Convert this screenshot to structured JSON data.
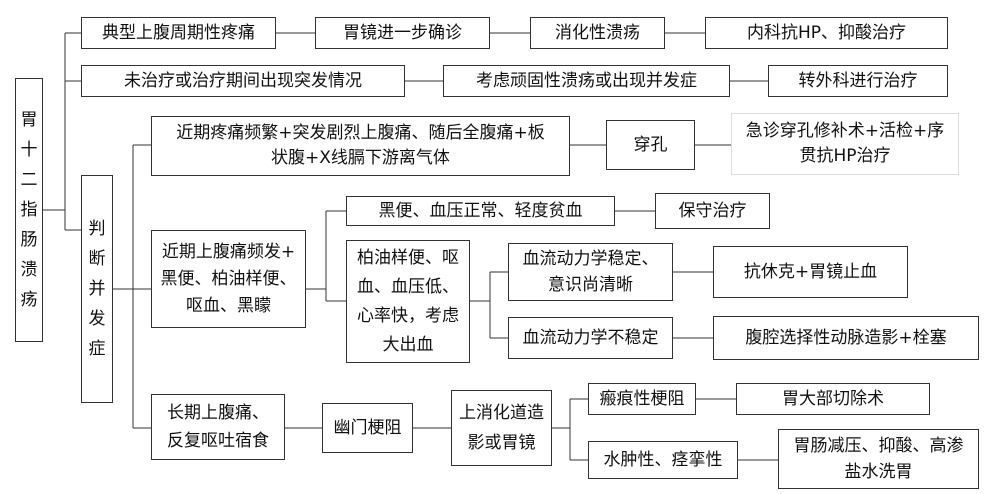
{
  "root": {
    "title_chars": [
      "胃",
      "十",
      "二",
      "指",
      "肠",
      "溃",
      "疡"
    ]
  },
  "branch": {
    "chars": [
      "判",
      "断",
      "并",
      "发",
      "症"
    ]
  },
  "row1": {
    "a": "典型上腹周期性疼痛",
    "b": "胃镜进一步确诊",
    "c": "消化性溃疡",
    "d": "内科抗HP、抑酸治疗"
  },
  "row2": {
    "a": "未治疗或治疗期间出现突发情况",
    "b": "考虑顽固性溃疡或出现并发症",
    "c": "转外科进行治疗"
  },
  "perforation": {
    "symptom_line1": "近期疼痛频繁+突发剧烈上腹痛、随后全腹痛+板",
    "symptom_line2": "状腹+X线膈下游离气体",
    "diagnosis": "穿孔",
    "treatment_line1": "急诊穿孔修补术+活检+序",
    "treatment_line2": "贯抗HP治疗"
  },
  "bleeding": {
    "symptom_line1": "近期上腹痛频发+",
    "symptom_line2": "黑便、柏油样便、",
    "symptom_line3": "呕血、黑矇",
    "mild": "黑便、血压正常、轻度贫血",
    "mild_treatment": "保守治疗",
    "severe_line1": "柏油样便、呕",
    "severe_line2": "血、血压低、",
    "severe_line3": "心率快，考虑",
    "severe_line4": "大出血",
    "stable_line1": "血流动力学稳定、",
    "stable_line2": "意识尚清晰",
    "stable_treatment": "抗休克+胃镜止血",
    "unstable": "血流动力学不稳定",
    "unstable_treatment": "腹腔选择性动脉造影+栓塞"
  },
  "obstruction": {
    "symptom_line1": "长期上腹痛、",
    "symptom_line2": "反复呕吐宿食",
    "diagnosis": "幽门梗阻",
    "exam_line1": "上消化道造",
    "exam_line2": "影或胃镜",
    "scar": "瘢痕性梗阻",
    "scar_treatment": "胃大部切除术",
    "edema": "水肿性、痉挛性",
    "edema_treatment_line1": "胃肠减压、抑酸、高渗",
    "edema_treatment_line2": "盐水洗胃"
  }
}
